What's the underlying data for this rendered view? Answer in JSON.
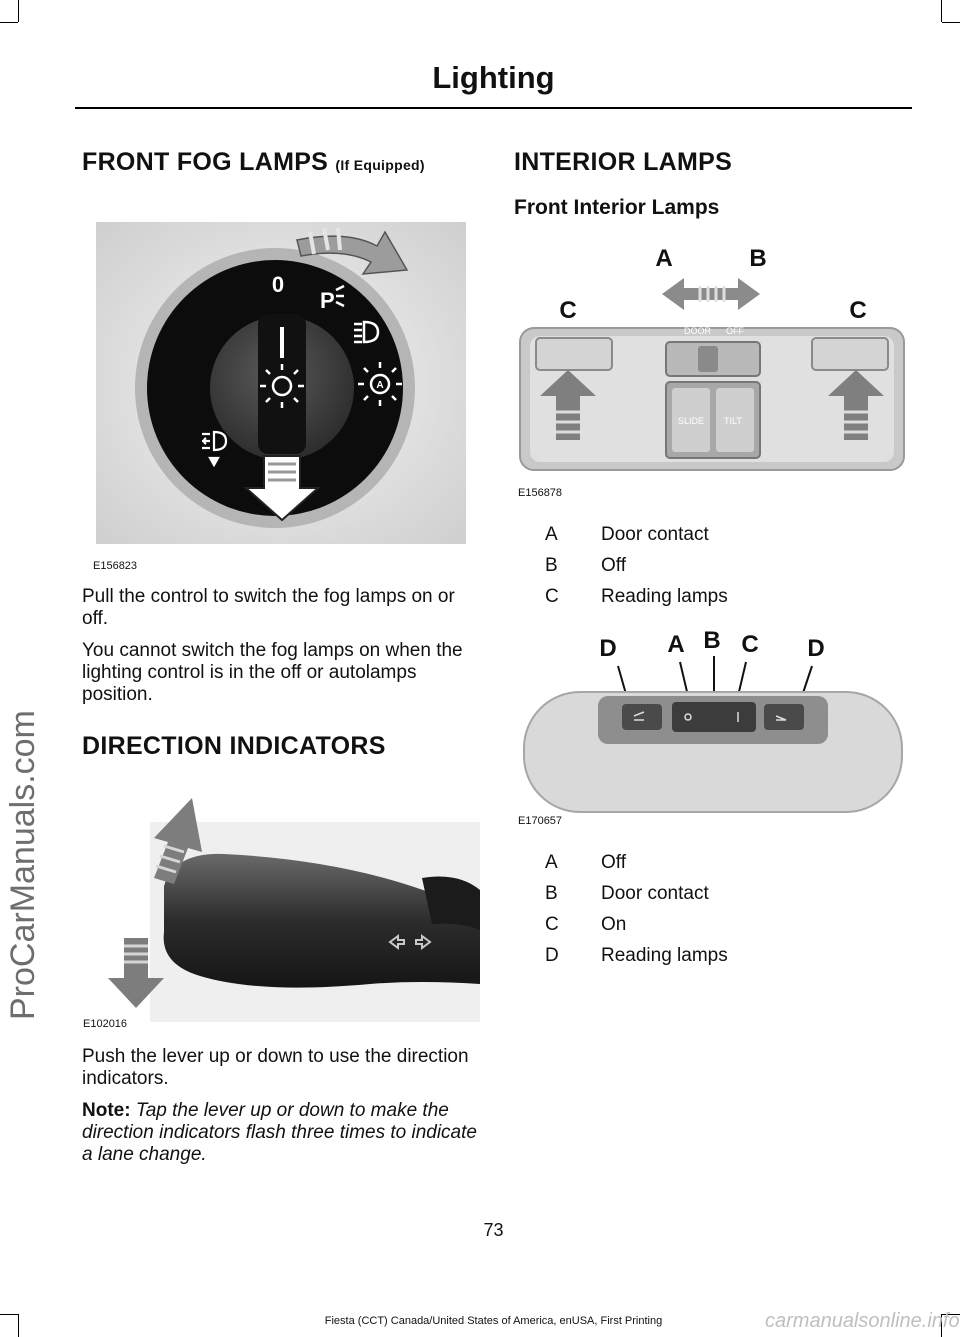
{
  "header": {
    "title": "Lighting"
  },
  "watermark": "ProCarManuals.com",
  "fog": {
    "heading": "FRONT FOG LAMPS",
    "qualifier": "(If Equipped)",
    "figure_id": "E156823",
    "switch_off_label": "0",
    "para1": "Pull the control to switch the fog lamps on or off.",
    "para2": "You cannot switch the fog lamps on when the lighting control is in the off or autolamps position."
  },
  "direction": {
    "heading": "DIRECTION INDICATORS",
    "figure_id": "E102016",
    "para1": "Push the lever up or down to use the direction indicators.",
    "note_label": "Note:",
    "note_text": "Tap the lever up or down to make the direction indicators flash three times to indicate a lane change."
  },
  "interior": {
    "heading": "INTERIOR LAMPS",
    "subheading": "Front Interior Lamps",
    "fig1": {
      "figure_id": "E156878",
      "labels": {
        "a": "A",
        "b": "B",
        "c": "C"
      },
      "switch_labels": {
        "door": "DOOR",
        "off": "OFF",
        "slide": "SLIDE",
        "tilt": "TILT"
      },
      "legend": [
        {
          "key": "A",
          "text": "Door contact"
        },
        {
          "key": "B",
          "text": "Off"
        },
        {
          "key": "C",
          "text": "Reading lamps"
        }
      ]
    },
    "fig2": {
      "figure_id": "E170657",
      "labels": {
        "a": "A",
        "b": "B",
        "c": "C",
        "d": "D"
      },
      "legend": [
        {
          "key": "A",
          "text": "Off"
        },
        {
          "key": "B",
          "text": "Door contact"
        },
        {
          "key": "C",
          "text": "On"
        },
        {
          "key": "D",
          "text": "Reading lamps"
        }
      ]
    }
  },
  "page_number": "73",
  "footer": "Fiesta (CCT) Canada/United States of America, enUSA, First Printing",
  "footer_site": "carmanualsonline.info"
}
